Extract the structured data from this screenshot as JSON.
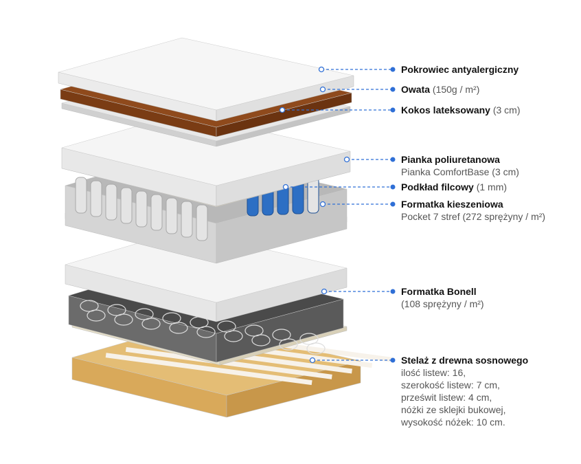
{
  "accent_color": "#2f6fd6",
  "callouts": [
    {
      "title": "Pokrowiec antyalergiczny",
      "suffix": "",
      "details": []
    },
    {
      "title": "Owata",
      "suffix": "(150g / m²)",
      "details": []
    },
    {
      "title": "Kokos lateksowany",
      "suffix": "(3 cm)",
      "details": []
    },
    {
      "title": "Pianka poliuretanowa",
      "suffix": "",
      "details": [
        "Pianka ComfortBase (3 cm)"
      ]
    },
    {
      "title": "Podkład filcowy",
      "suffix": "(1 mm)",
      "details": []
    },
    {
      "title": "Formatka kieszeniowa",
      "suffix": "",
      "details": [
        "Pocket 7 stref (272 sprężyny / m²)"
      ]
    },
    {
      "title": "Formatka Bonell",
      "suffix": "",
      "details": [
        "(108 sprężyny / m²)"
      ]
    },
    {
      "title": "Stelaż z drewna sosnowego",
      "suffix": "",
      "details": [
        "ilość listew: 16,",
        "szerokość listew: 7 cm,",
        "prześwit listew: 4 cm,",
        "nóżki ze sklejki bukowej,",
        "wysokość nóżek: 10 cm."
      ]
    }
  ]
}
